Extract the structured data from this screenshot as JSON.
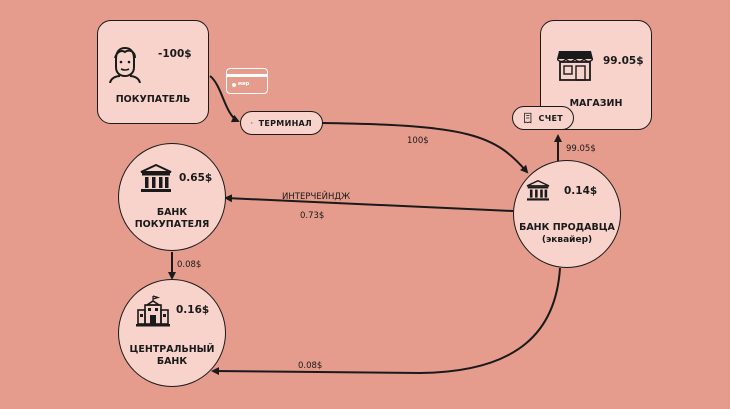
{
  "nodes": {
    "buyer": {
      "amount": "-100$",
      "label": "ПОКУПАТЕЛЬ"
    },
    "shop": {
      "amount": "99.05$",
      "label": "МАГАЗИН"
    },
    "buyer_bank": {
      "amount": "0.65$",
      "label_line1": "БАНК",
      "label_line2": "ПОКУПАТЕЛЯ"
    },
    "seller_bank": {
      "amount": "0.14$",
      "label_line1": "БАНК ПРОДАВЦА",
      "label_line2": "(эквайер)"
    },
    "central_bank": {
      "amount": "0.16$",
      "label_line1": "ЦЕНТРАЛЬНЫЙ",
      "label_line2": "БАНК"
    }
  },
  "card": {
    "text": "мир"
  },
  "terminal": {
    "label": "ТЕРМИНАЛ"
  },
  "invoice": {
    "label": "СЧЕТ"
  },
  "edges": {
    "terminal_to_seller_bank": "100$",
    "seller_bank_to_shop": "99.05$",
    "interchange_title": "ИНТЕРЧЕЙНДЖ",
    "interchange_amount": "0.73$",
    "buyer_bank_to_central": "0.08$",
    "seller_bank_to_central": "0.08$"
  },
  "colors": {
    "background": "#e59c8c",
    "node_fill": "#f7d3cb",
    "stroke": "#1a1a1a"
  }
}
